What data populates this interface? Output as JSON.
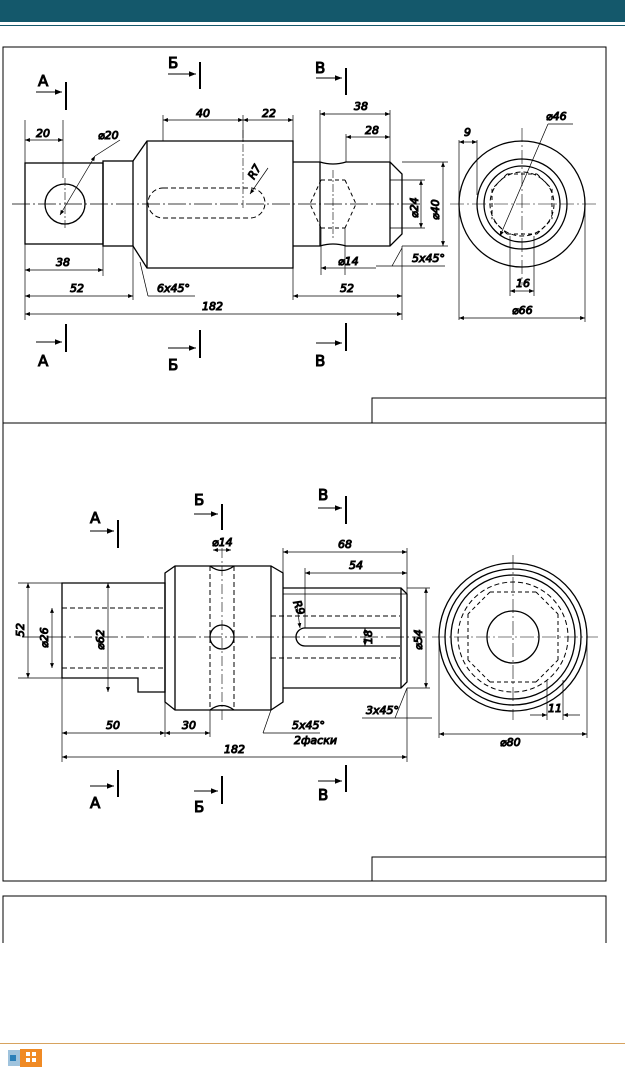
{
  "colors": {
    "header": "#14586b",
    "footer_line": "#d7a35f",
    "logo_a": "#2a7fb8",
    "logo_b": "#f08a24"
  },
  "footer": {
    "logo_icon": "publisher-logo-icon"
  },
  "drawing1": {
    "section_labels": {
      "a": "А",
      "b": "Б",
      "v": "В"
    },
    "dims": {
      "d20_len": "20",
      "d20_dia": "⌀20",
      "d40": "40",
      "d22": "22",
      "d38_top": "38",
      "d28": "28",
      "r7": "R7",
      "d24": "⌀24",
      "d40_dia": "⌀40",
      "d14": "⌀14",
      "ch5": "5x45°",
      "d38_bot": "38",
      "d52_left": "52",
      "ch6": "6x45°",
      "d182": "182",
      "d52_right": "52",
      "d9": "9",
      "d46": "⌀46",
      "d16": "16",
      "d66": "⌀66"
    }
  },
  "drawing2": {
    "section_labels": {
      "a": "А",
      "b": "Б",
      "v": "В"
    },
    "dims": {
      "d14": "⌀14",
      "d68": "68",
      "d54": "54",
      "r9": "R9",
      "d52": "52",
      "d26": "⌀26",
      "d62": "⌀62",
      "d18": "18",
      "d54_dia": "⌀54",
      "d50": "50",
      "d30": "30",
      "ch5": "5x45°",
      "fasks": "2фаски",
      "ch3": "3x45°",
      "d182": "182",
      "d11": "11",
      "d80": "⌀80"
    }
  }
}
